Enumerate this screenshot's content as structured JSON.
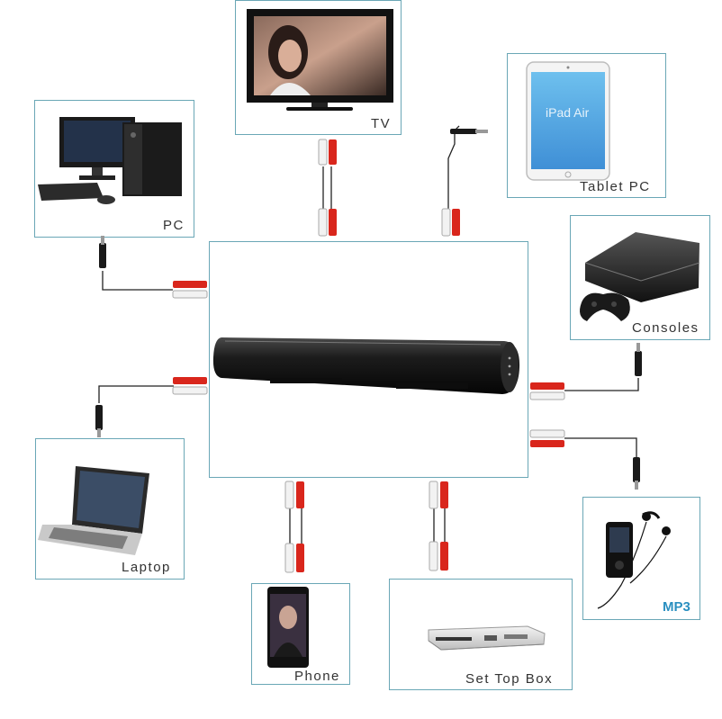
{
  "devices": {
    "tv": "TV",
    "tablet": "Tablet PC",
    "tablet_screen_title": "iPad Air",
    "pc": "PC",
    "consoles": "Consoles",
    "laptop": "Laptop",
    "mp3": "MP3",
    "phone": "Phone",
    "settop": "Set Top Box"
  },
  "colors": {
    "frame": "#6aa7b6",
    "rca_red": "#d9261c",
    "rca_white": "#f2f2f2",
    "cable": "#222222"
  }
}
